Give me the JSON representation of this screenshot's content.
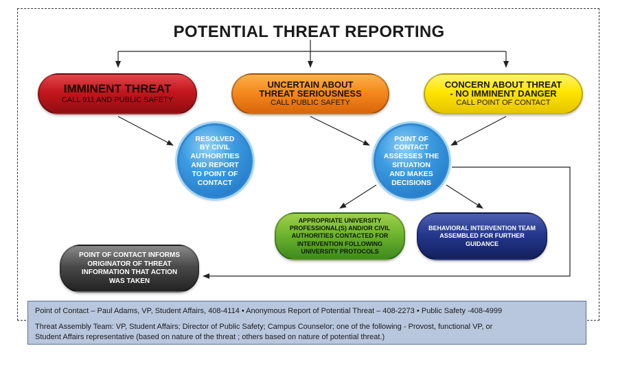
{
  "title": "POTENTIAL THREAT REPORTING",
  "boxes": {
    "imminent": {
      "head": "IMMINENT THREAT",
      "sub": "CALL 911 AND PUBLIC SAFETY"
    },
    "uncertain": {
      "head1": "UNCERTAIN ABOUT",
      "head2": "THREAT SERIOUSNESS",
      "sub": "CALL PUBLIC SAFETY"
    },
    "concern": {
      "head1": "CONCERN ABOUT THREAT",
      "head2": "- NO IMMINENT DANGER",
      "sub": "CALL POINT OF CONTACT"
    },
    "resolved": [
      "RESOLVED",
      "BY CIVIL",
      "AUTHORITIES",
      "AND REPORT",
      "TO POINT OF",
      "CONTACT"
    ],
    "assess": [
      "POINT OF",
      "CONTACT",
      "ASSESSES THE",
      "SITUATION",
      "AND MAKES",
      "DECISIONS"
    ],
    "professional": [
      "APPROPRIATE UNIVERSITY",
      "PROFESSIONAL(S) AND/OR CIVIL",
      "AUTHORITIES CONTACTED FOR",
      "INTERVENTION FOLLOWING",
      "UNIVERSITY PROTOCOLS"
    ],
    "behavioral": [
      "BEHAVIORAL INTERVENTION TEAM",
      "ASSEMBLED FOR FURTHER GUIDANCE"
    ],
    "informs": [
      "POINT OF CONTACT INFORMS",
      "ORIGINATOR OF THREAT",
      "INFORMATION THAT ACTION",
      "WAS TAKEN"
    ]
  },
  "info": {
    "line1": "Point of Contact – Paul Adams, VP, Student Affairs, 408-4114 •  Anonymous Report of Potential Threat – 408-2273 •  Public Safety -408-4999",
    "line2": "Threat Assembly Team: VP, Student Affairs; Director of Public Safety; Campus Counselor; one of the following - Provost, functional VP, or",
    "line3": "Student Affairs representative (based on nature of the threat ; others based on nature of potential threat.)"
  },
  "colors": {
    "red": "#c4161c",
    "orange": "#f58a1f",
    "yellow": "#ffe500",
    "green": "#6fb52e",
    "navy": "#24388e",
    "gray": "#4a4a4a",
    "circle": "#3b9be0",
    "info_bg": "#b8c7dd"
  }
}
